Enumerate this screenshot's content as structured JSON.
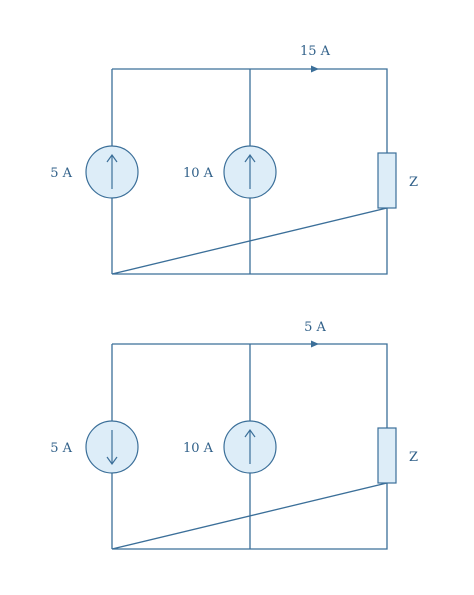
{
  "colors": {
    "wire": "#3b6f99",
    "fill": "#ddedf8",
    "text": "#2f5f88"
  },
  "circuits": [
    {
      "source_left": {
        "label": "5 A",
        "direction": "up"
      },
      "source_mid": {
        "label": "10 A",
        "direction": "up"
      },
      "branch_current": "15 A",
      "load": "Z"
    },
    {
      "source_left": {
        "label": "5 A",
        "direction": "down"
      },
      "source_mid": {
        "label": "10 A",
        "direction": "up"
      },
      "branch_current": "5 A",
      "load": "Z"
    }
  ]
}
